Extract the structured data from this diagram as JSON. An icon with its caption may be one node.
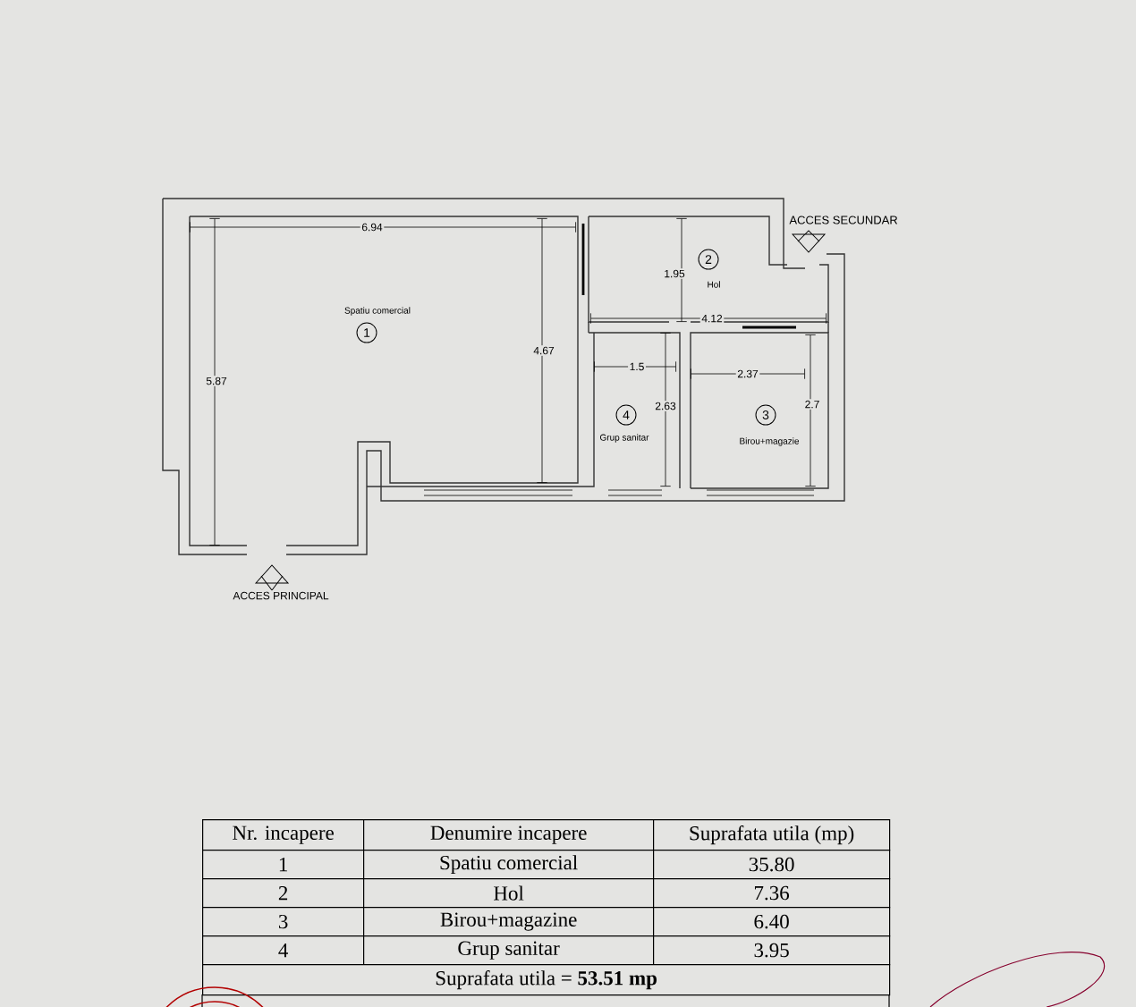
{
  "diagram": {
    "nodes": [
      {
        "text": [
          "1"
        ],
        "beside": [
          "Spatiu comercial"
        ]
      },
      {
        "text": [
          "2"
        ],
        "beside": [
          "Hol"
        ]
      },
      {
        "text": [
          "3"
        ],
        "beside": [
          "Birou+magazie"
        ]
      },
      {
        "text": [
          "4"
        ],
        "beside": [
          "Grup sanitar"
        ]
      }
    ],
    "labels": [
      "ACCES SECUNDAR",
      "6.94",
      "1.95",
      "4.12",
      "4.67",
      "5.87",
      "1.5",
      "2.37",
      "2.63",
      "2.7",
      "ACCES PRINCIPAL",
      "Nr. incapere",
      "Denumire incapere",
      "Suprafata utila (mp)",
      "1",
      "Spatiu comercial",
      "35.80",
      "2",
      "Hol",
      "7.36",
      "3",
      "Birou+magazine",
      "6.40",
      "4",
      "Grup sanitar",
      "3.95",
      "Suprafata utila = **53.51 mp**"
    ]
  }
}
